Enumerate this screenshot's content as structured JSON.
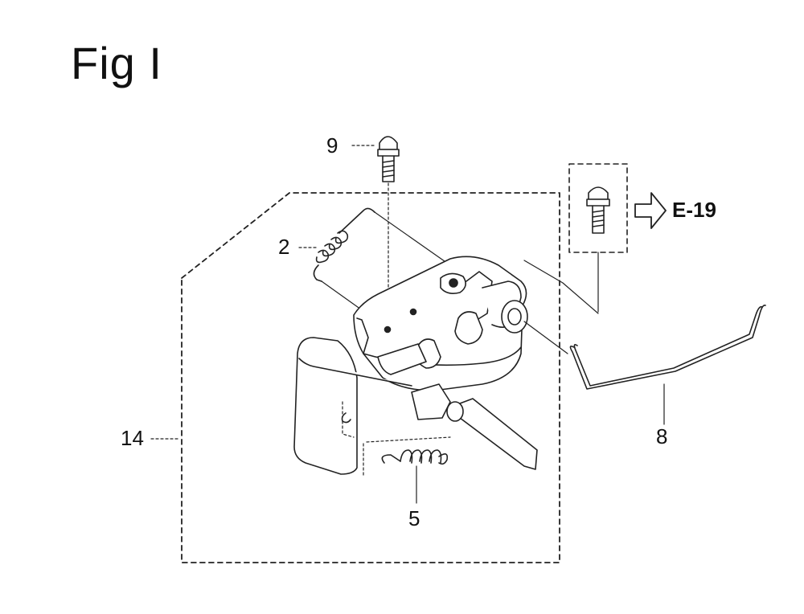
{
  "figure": {
    "title": "Fig I"
  },
  "reference": {
    "label": "E-19",
    "icon": "arrow-right-icon"
  },
  "callouts": [
    {
      "id": "9",
      "part": "bolt"
    },
    {
      "id": "2",
      "part": "spring"
    },
    {
      "id": "14",
      "part": "control-assembly"
    },
    {
      "id": "8",
      "part": "rod"
    },
    {
      "id": "5",
      "part": "spring"
    }
  ],
  "colors": {
    "line": "#222222",
    "background": "#ffffff"
  }
}
